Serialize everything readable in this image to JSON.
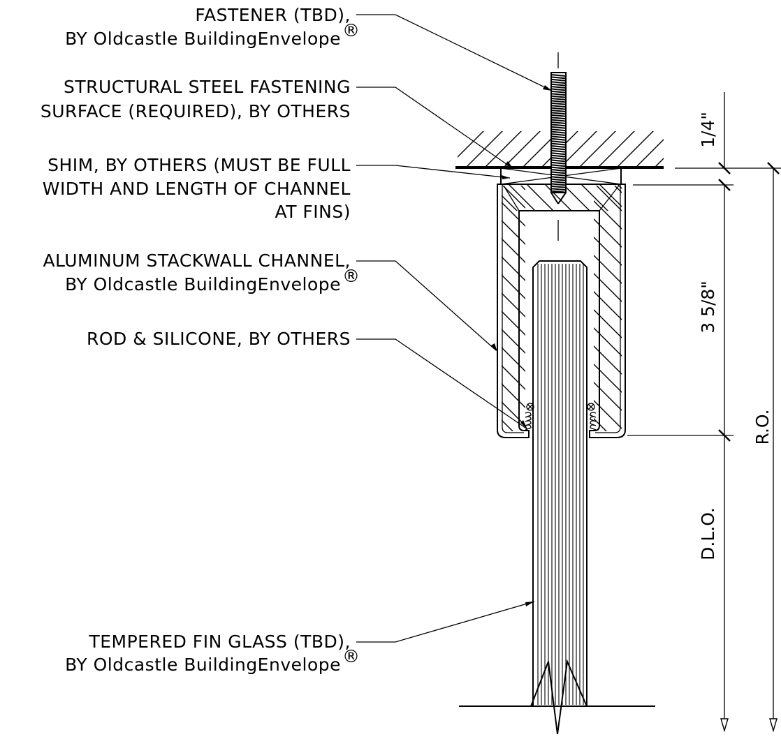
{
  "callouts": {
    "fastener": {
      "line1": "FASTENER (TBD),",
      "line2": "BY Oldcastle BuildingEnvelope",
      "mark": "®"
    },
    "steel": {
      "line1": "STRUCTURAL STEEL FASTENING",
      "line2": "SURFACE (REQUIRED), BY OTHERS"
    },
    "shim": {
      "line1": "SHIM, BY OTHERS (MUST BE FULL",
      "line2": "WIDTH AND LENGTH OF CHANNEL",
      "line3": "AT FINS)"
    },
    "channel": {
      "line1": "ALUMINUM STACKWALL CHANNEL,",
      "line2": "BY Oldcastle BuildingEnvelope",
      "mark": "®"
    },
    "rod": {
      "line1": "ROD & SILICONE, BY OTHERS"
    },
    "glass": {
      "line1": "TEMPERED FIN GLASS (TBD),",
      "line2": "BY Oldcastle BuildingEnvelope",
      "mark": "®"
    }
  },
  "dimensions": {
    "shim_thickness": "1/4\"",
    "channel_depth": "3 5/8\"",
    "rough_opening": "R.O.",
    "daylight_opening": "D.L.O."
  }
}
